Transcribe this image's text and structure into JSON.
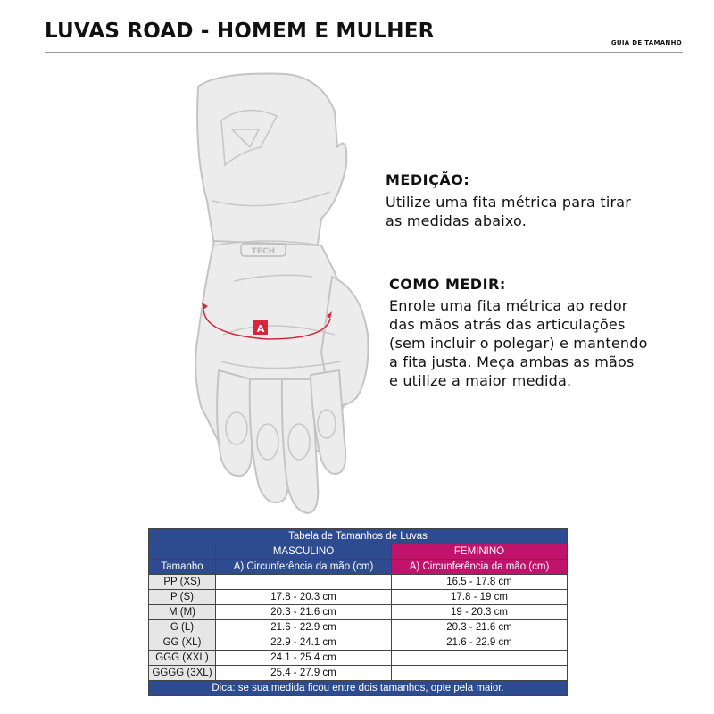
{
  "header": {
    "title": "LUVAS ROAD - HOMEM E MULHER",
    "guide_label": "GUIA DE TAMANHO"
  },
  "illustration": {
    "marker_label": "A",
    "logo_text": "TECH",
    "accent_color": "#d6263b"
  },
  "measurement": {
    "heading": "MEDIÇÃO:",
    "text": "Utilize uma fita métrica para tirar\nas medidas abaixo."
  },
  "how_to": {
    "heading": "COMO MEDIR:",
    "text": "Enrole uma fita métrica ao redor\ndas mãos atrás das articulações\n(sem incluir o polegar) e mantendo\na fita justa. Meça ambas as mãos\ne utilize a maior medida."
  },
  "table": {
    "title": "Tabela de Tamanhos de Luvas",
    "male_header": "MASCULINO",
    "female_header": "FEMININO",
    "size_header": "Tamanho",
    "male_sub": "A) Circunferência da mão (cm)",
    "female_sub": "A) Circunferência da mão (cm)",
    "rows": [
      {
        "size": "PP (XS)",
        "male": "",
        "female": "16.5 - 17.8 cm"
      },
      {
        "size": "P (S)",
        "male": "17.8 - 20.3 cm",
        "female": "17.8 - 19 cm"
      },
      {
        "size": "M (M)",
        "male": "20.3 - 21.6 cm",
        "female": "19 - 20.3 cm"
      },
      {
        "size": "G (L)",
        "male": "21.6 - 22.9 cm",
        "female": "20.3 - 21.6 cm"
      },
      {
        "size": "GG (XL)",
        "male": "22.9 - 24.1 cm",
        "female": "21.6 - 22.9 cm"
      },
      {
        "size": "GGG (XXL)",
        "male": "24.1 - 25.4 cm",
        "female": ""
      },
      {
        "size": "GGGG (3XL)",
        "male": "25.4 - 27.9 cm",
        "female": ""
      }
    ],
    "tip": "Dica: se sua medida ficou entre  dois tamanhos, opte pela maior."
  },
  "colors": {
    "table_blue": "#2e4b8f",
    "table_magenta": "#c0136b"
  }
}
